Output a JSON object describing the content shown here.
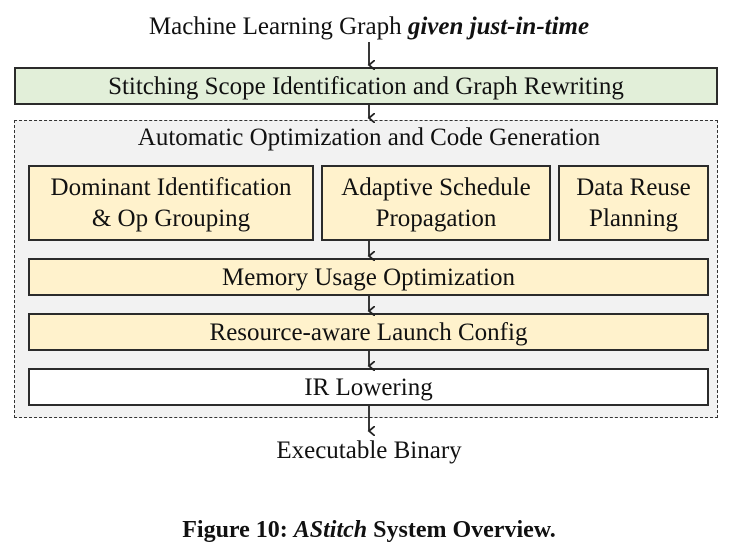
{
  "header": {
    "input_text": "Machine Learning Graph",
    "input_emph": "given just-in-time"
  },
  "stitching": {
    "label": "Stitching Scope Identification and Graph Rewriting"
  },
  "optimization": {
    "title": "Automatic Optimization and Code Generation",
    "dominant": {
      "line1": "Dominant Identification",
      "line2": "& Op Grouping"
    },
    "adaptive": {
      "line1": "Adaptive Schedule",
      "line2": "Propagation"
    },
    "reuse": {
      "line1": "Data Reuse",
      "line2": "Planning"
    },
    "memory": "Memory Usage Optimization",
    "resource": "Resource-aware Launch Config",
    "ir": "IR Lowering"
  },
  "output": {
    "label": "Executable Binary"
  },
  "caption": {
    "prefix": "Figure 10: ",
    "name": "AStitch",
    "suffix": " System Overview."
  },
  "colors": {
    "green_fill": "#e2efd9",
    "peach_fill": "#fff2cc",
    "group_fill": "#f2f2f2"
  }
}
